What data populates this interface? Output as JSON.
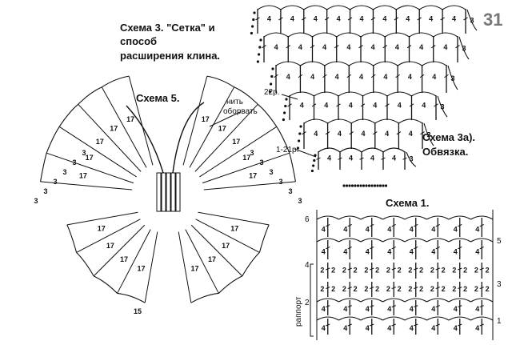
{
  "page_number": "31",
  "scheme3": {
    "title_line1": "Схема 3. \"Сетка\" и",
    "title_line2": "способ",
    "title_line3": "расширения клина.",
    "row_label_22": "22р.",
    "row_label_1_21": "1-21р.",
    "stitch_count": "4",
    "edge_count": "3"
  },
  "scheme3a": {
    "title_line1": "Схема 3а).",
    "title_line2": "Обвязка."
  },
  "scheme5": {
    "title": "Схема 5.",
    "note_line1": "нить",
    "note_line2": "оборвать",
    "count_17": "17",
    "count_15": "15",
    "count_3": "3"
  },
  "scheme1": {
    "title": "Схема 1.",
    "repeat_label": "раппорт",
    "row_numbers": [
      "6",
      "5",
      "4",
      "3",
      "2",
      "1"
    ],
    "count_4": "4",
    "count_2": "2"
  }
}
